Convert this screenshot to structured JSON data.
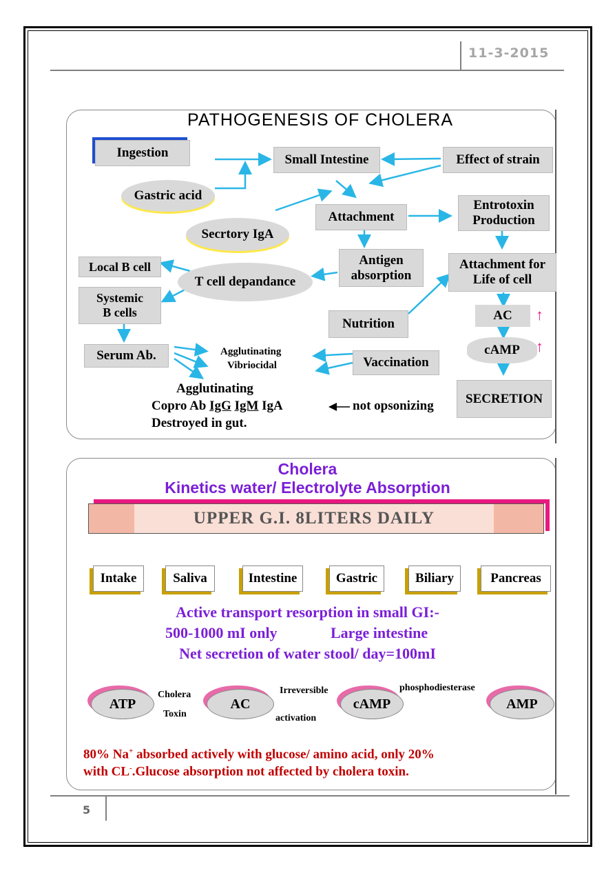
{
  "header": {
    "date": "11-3-2015"
  },
  "footer": {
    "page_number": "5"
  },
  "diagram1": {
    "title": "PATHOGENESIS OF CHOLERA",
    "nodes": {
      "ingestion": "Ingestion",
      "small_intestine": "Small Intestine",
      "effect_of_strain": "Effect of strain",
      "gastric_acid": "Gastric acid",
      "attachment": "Attachment",
      "entrotoxin_line1": "Entrotoxin",
      "entrotoxin_line2": "Production",
      "secretory_iga": "Secrtory IgA",
      "antigen_line1": "Antigen",
      "antigen_line2": "absorption",
      "attach_life_line1": "Attachment for",
      "attach_life_line2": "Life of cell",
      "local_b_cell": "Local B cell",
      "t_cell": "T cell depandance",
      "systemic_line1": "Systemic",
      "systemic_line2": "B cells",
      "nutrition": "Nutrition",
      "ac": "AC",
      "camp": "cAMP",
      "serum_ab": "Serum Ab.",
      "agglutinating_small": "Agglutinating",
      "vibriocidal": "Vibriocidal",
      "vaccination": "Vaccination",
      "secretion": "SECRETION",
      "agglutinating": "Agglutinating",
      "copro_prefix": "Copro Ab ",
      "copro_igg": "IgG",
      "copro_igm": "IgM",
      "copro_iga": " IgA",
      "not_opsonizing": "not opsonizing",
      "destroyed": "Destroyed in gut.",
      "up_arrow": "↑"
    }
  },
  "diagram2": {
    "title1": "Cholera",
    "title2": "Kinetics water/ Electrolyte Absorption",
    "banner": "UPPER G.I. 8LITERS DAILY",
    "sources": [
      "Intake",
      "Saliva",
      "Intestine",
      "Gastric",
      "Biliary",
      "Pancreas"
    ],
    "transport_line1": "Active transport resorption in small GI:-",
    "transport_line2a": "500-1000 mI only",
    "transport_line2b": "Large intestine",
    "transport_line3": "Net secretion of water stool/ day=100mI",
    "chain": {
      "atp": "ATP",
      "cholera": "Cholera",
      "toxin": "Toxin",
      "ac": "AC",
      "irreversible": "Irreversible",
      "activation": "activation",
      "camp": "cAMP",
      "phosphodiesterase": "phosphodiesterase",
      "amp": "AMP"
    },
    "note_a": "80% Na",
    "note_sup_plus": "+",
    "note_b": " absorbed actively with glucose/ amino acid, only 20%",
    "note_c": "with CL",
    "note_sup_minus": "-",
    "note_d": ".Glucose absorption not affected by cholera toxin."
  },
  "colors": {
    "arrow_blue": "#29b6e6",
    "arrow_orange": "#c8620a",
    "pink": "#e8197f",
    "purple": "#7b1fd6",
    "red": "#c00000",
    "box_gray": "#d9d9d9"
  }
}
